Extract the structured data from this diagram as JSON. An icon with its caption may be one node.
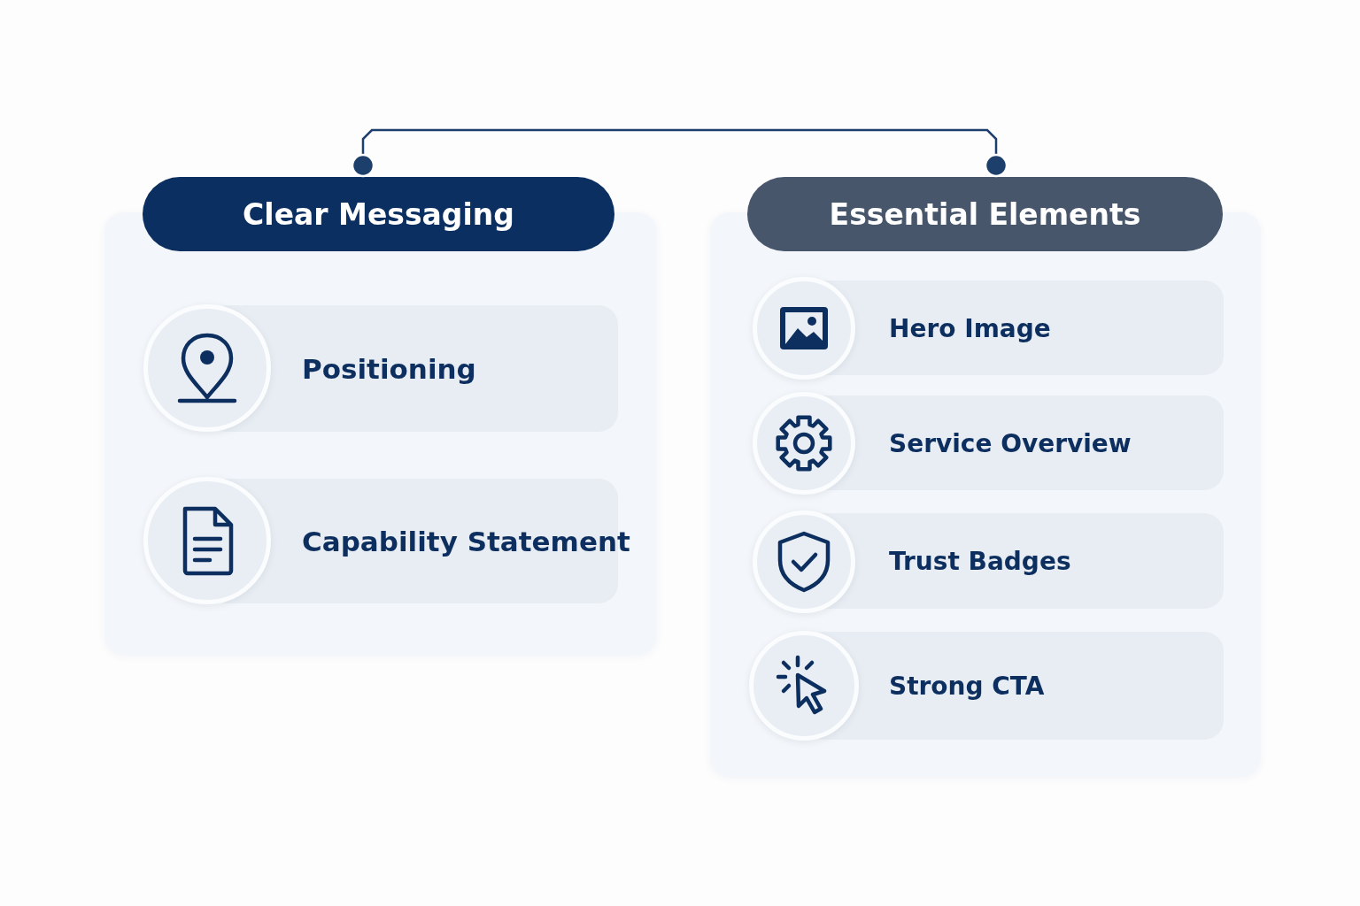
{
  "diagram": {
    "nodes": [
      {
        "text": [
          "Clear Messaging"
        ]
      },
      {
        "text": [
          "Positioning"
        ],
        "in": 0
      },
      {
        "text": [
          "Capability Statement"
        ],
        "in": 0
      },
      {
        "text": [
          "Essential Elements"
        ]
      },
      {
        "text": [
          "Hero Image"
        ],
        "in": 3
      },
      {
        "text": [
          "Service Overview"
        ],
        "in": 3
      },
      {
        "text": [
          "Trust Badges"
        ],
        "in": 3
      },
      {
        "text": [
          "Strong CTA"
        ],
        "in": 3
      }
    ],
    "edges": [
      {
        "from": 0,
        "to": 3,
        "arrow": "other"
      }
    ]
  }
}
